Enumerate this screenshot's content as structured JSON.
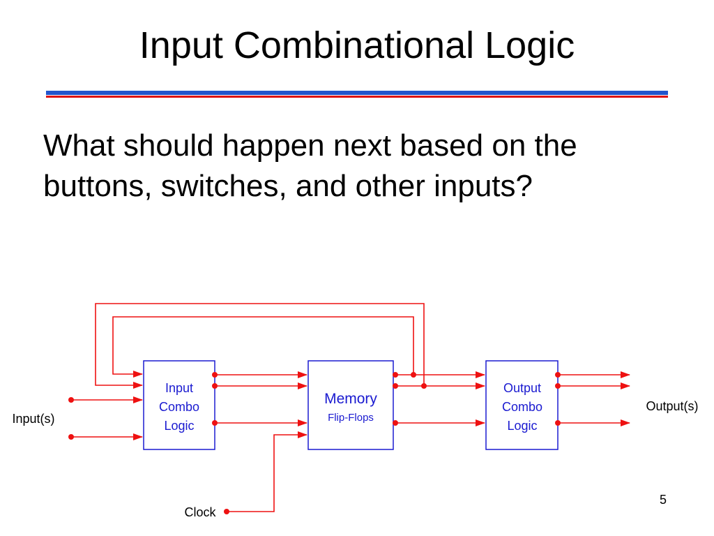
{
  "slide": {
    "title": "Input Combinational Logic",
    "body": "What should happen next based on the buttons, switches, and other inputs?",
    "page_number": "5"
  },
  "diagram": {
    "blocks": {
      "input_logic": {
        "lines": [
          "Input",
          "Combo",
          "Logic"
        ]
      },
      "memory": {
        "main": "Memory",
        "sub": "Flip-Flops"
      },
      "output_logic": {
        "lines": [
          "Output",
          "Combo",
          "Logic"
        ]
      }
    },
    "labels": {
      "inputs": "Input(s)",
      "outputs": "Output(s)",
      "clock": "Clock"
    }
  },
  "colors": {
    "wire": "#ee1111",
    "block_border": "#1a1ad0",
    "block_text": "#1a1ad0",
    "rule_blue": "#2255cc",
    "rule_red": "#dd1111"
  }
}
